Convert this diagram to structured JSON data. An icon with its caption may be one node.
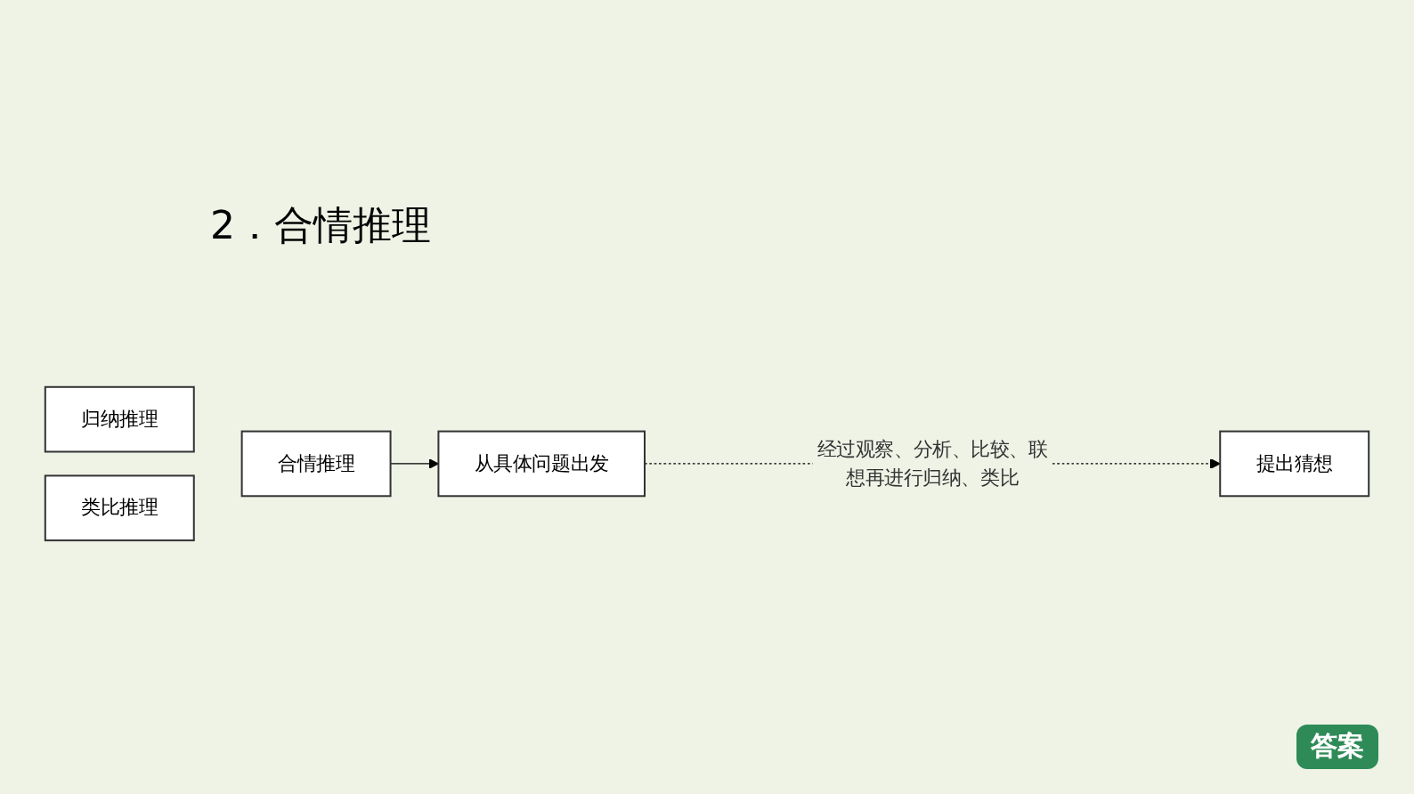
{
  "diagram": {
    "title": "2．合情推理",
    "nodes": [
      {
        "text": [
          "归纳推理"
        ]
      },
      {
        "text": [
          "类比推理"
        ]
      },
      {
        "text": [
          "合情推理"
        ]
      },
      {
        "text": [
          "从具体问题出发"
        ]
      },
      {
        "text": [
          "提出猜想"
        ]
      }
    ],
    "edges": [
      {
        "from": 2,
        "to": 3,
        "arrow": "to"
      },
      {
        "from": 3,
        "to": 4,
        "arrow": "to",
        "style": "dashed",
        "label": "经过观察、分析、比较、联想再进行归纳、类比"
      }
    ],
    "labels": [
      "答案"
    ]
  }
}
